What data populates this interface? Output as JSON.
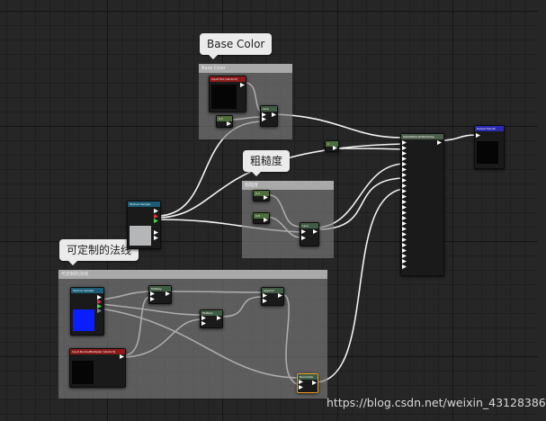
{
  "comments": {
    "base_color": {
      "bubble": "Base Color",
      "header": "Base Color"
    },
    "roughness": {
      "bubble": "粗糙度",
      "header": "粗糙度"
    },
    "custom_normal": {
      "bubble": "可定制的法线",
      "header": "可定制的法线"
    }
  },
  "nodes": {
    "input_tint": {
      "title": "Input Tint (Vector3)"
    },
    "lerp_bc": {
      "title": "Lerp"
    },
    "const_bc": {
      "title": "0.5"
    },
    "texture_sample": {
      "title": "Texture Sample"
    },
    "const_r1": {
      "title": "0.4"
    },
    "const_r2": {
      "title": "0.8"
    },
    "lerp_r": {
      "title": "Lerp"
    },
    "const_mid": {
      "title": "1"
    },
    "make_attributes": {
      "title": "MakeMaterialAttributes"
    },
    "output_result": {
      "title": "Output Result"
    },
    "normal_texture": {
      "title": "Texture Sample"
    },
    "input_normal_mult": {
      "title": "Input NormalMultiplier (Vector3)"
    },
    "multiply_1": {
      "title": "Multiply"
    },
    "multiply_2": {
      "title": "Multiply"
    },
    "append_1": {
      "title": "Append"
    },
    "normalize": {
      "title": "Normalize"
    }
  },
  "watermark": "https://blog.csdn.net/weixin_43128386",
  "colors": {
    "grid_bg": "#262626",
    "comment_fill": "#808080",
    "selected_border": "#f09a1e",
    "normal_blue": "#0a1eff",
    "wire": "#ffffff"
  }
}
